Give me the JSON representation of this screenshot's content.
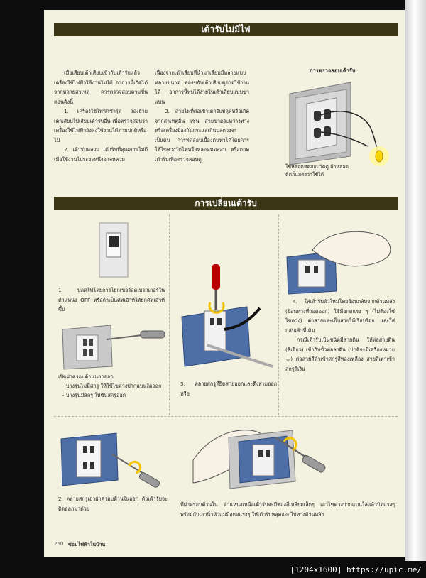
{
  "section1": {
    "title": "เต้ารับไม่มีไฟ",
    "intro": "เมื่อเสียบเต้าเสียบเข้ากับเต้ารับแล้ว เครื่องใช้ไฟฟ้าใช้งานไม่ได้ อาการนี้เกิดได้จากหลายสาเหตุ ควรตรวจสอบตามขั้นตอนดังนี้",
    "item1": "1. เครื่องใช้ไฟฟ้าชำรุด ลองย้ายเต้าเสียบไปเสียบเต้ารับอื่น เพื่อตรวจสอบว่าเครื่องใช้ไฟฟ้ายังคงใช้งานได้ตามปกติหรือไม่",
    "item2": "2. เต้ารับหลวม เต้ารับที่คุณภาพไม่ดี เมื่อใช้งานไประยะหนึ่งอาจหลวม",
    "col2a": "เนื่องจากเต้าเสียบที่นำมาเสียบมีหลายแบบหลายขนาด ลองขยับเต้าเสียบดูอาจใช้งานได้ อาการนี้พบได้ง่ายในเต้าเสียบแบบขาแบน",
    "item3": "3. สายไฟที่ต่อเข้าเต้ารับหลุดหรือเกิดจากสาเหตุอื่น เช่น สายขาดระหว่างทาง หรือเครื่องป้องกันกระแสเกินปลดวงจร เป็นต้น การทดสอบเบื้องต้นทำได้โดยการใช้ไขควงวัดไฟหรือหลอดทดสอบ หรือถอดเต้ารับเพื่อตรวจสอบดู",
    "check_title": "การตรวจสอบเต้ารับ",
    "check_caption": "ใช้หลอดทดสอบวัดดู ถ้าหลอดติดก็แสดงว่าใช้ได้"
  },
  "section2": {
    "title": "การเปลี่ยนเต้ารับ",
    "step1": "1. ปลดไฟโดยการโยกเซอร์ลดเบรกเกอร์ในตำแหน่ง OFF หรือถ้าเป็นคัทเอ๊าท์ให้ยกคัทเอ๊าท์ขึ้น",
    "open_cover": "เปิดฝาครอบด้านนอกออก",
    "bullet1": "- บางรุ่นไม่มีสกรู ให้ใช้ไขควงปากแบนงัดออก",
    "bullet2": "- บางรุ่นมีสกรู ให้ขันสกรูออก",
    "step2": "2. คลายสกรูเอาฝาครอบด้านในออก ตัวเต้ารับจะติดออกมาด้วย",
    "step3": "3. คลายสกรูที่ยึดสายออกและดึงสายออก หรือ",
    "step4": "4. ใส่เต้ารับตัวใหม่โดยย้อนกลับจากด้านหลัง (ย้อนทางที่ถอดออก) ใช้มือกดแรง ๆ (ไม่ต้องใช้ไขควง) ต่อสายและเก็บสายให้เรียบร้อย และใส่กลับเข้าที่เดิม",
    "ground": "กรณีเต้ารับเป็นชนิดมีสายดิน ให้ต่อสายดิน (สีเขียว) เข้ากับขั้วต่อลงดิน (ปกติจะมีเครื่องหมาย ⏚) ต่อสายสีดำเข้าสกรูสีทองเหลือง สายสีเทาเข้าสกรูสีเงิน",
    "bottom": "ที่ฝาครอบด้านใน ตำแหน่งเหนือเต้ารับจะมีช่องสี่เหลี่ยมเล็กๆ เอาไขควงปากแบนใส่แล้วบิดแรงๆ พร้อมกับเอานิ้วหัวแม่มือกดแรงๆ ให้เต้ารับหลุดออกไปทางด้านหลัง"
  },
  "footer": {
    "page": "250",
    "title": "ซ่อมไฟฟ้าในบ้าน"
  },
  "watermark": "[1204x1600] https://upic.me/",
  "colors": {
    "banner": "#3b3615",
    "paper": "#f3f1df",
    "plate": "#4e6ea8",
    "panel": "#cfcfcf"
  }
}
